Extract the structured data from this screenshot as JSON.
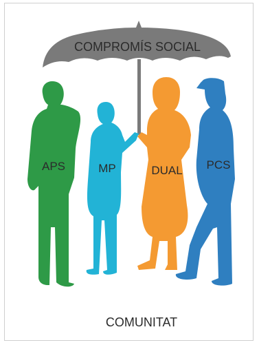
{
  "umbrella": {
    "label": "COMPROMÍS SOCIAL",
    "color": "#7a7a7a"
  },
  "figures": [
    {
      "id": "aps",
      "label": "APS",
      "color": "#2e9a47"
    },
    {
      "id": "mp",
      "label": "MP",
      "color": "#22b3d6"
    },
    {
      "id": "dual",
      "label": "DUAL",
      "color": "#f49a32"
    },
    {
      "id": "pcs",
      "label": "PCS",
      "color": "#2f7fc0"
    }
  ],
  "footer": {
    "label": "COMUNITAT"
  }
}
